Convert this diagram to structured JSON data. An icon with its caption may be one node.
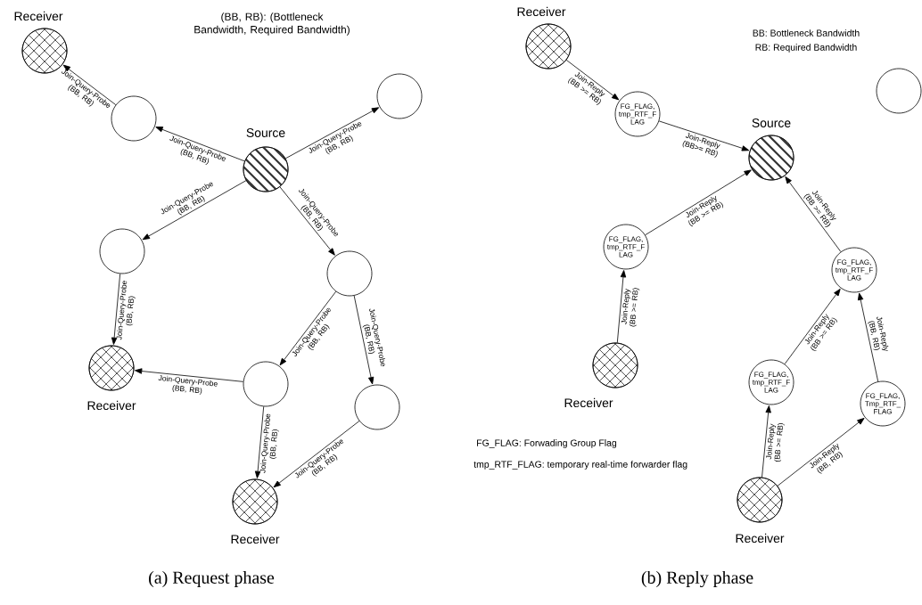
{
  "diagram": {
    "nodes": [
      {
        "text": [
          "Receiver"
        ]
      },
      {
        "text": [],
        "shape": "circle"
      },
      {
        "text": [
          "Source"
        ]
      },
      {
        "text": [],
        "shape": "circle"
      },
      {
        "text": [],
        "shape": "circle"
      },
      {
        "text": [],
        "shape": "circle"
      },
      {
        "text": [
          "Receiver"
        ]
      },
      {
        "text": [],
        "shape": "circle"
      },
      {
        "text": [],
        "shape": "circle"
      },
      {
        "text": [
          "Receiver"
        ]
      },
      {
        "text": [
          "Receiver"
        ]
      },
      {
        "text": [
          "FG_FLAG, tmp_RTF_F LAG"
        ]
      },
      {
        "text": [
          "Source"
        ]
      },
      {
        "text": [],
        "shape": "circle"
      },
      {
        "text": [
          "FG_FLAG, tmp_RTF_F LAG"
        ]
      },
      {
        "text": [
          "FG_FLAG, tmp_RTF_F LAG"
        ]
      },
      {
        "text": [
          "Receiver"
        ]
      },
      {
        "text": [
          "FG_FLAG, tmp_RTF_F LAG"
        ]
      },
      {
        "text": [
          "FG_FLAG, Tmp_RTF_ FLAG"
        ]
      },
      {
        "text": [
          "Receiver"
        ]
      }
    ],
    "edges": [
      {
        "from": 2,
        "to": 1,
        "arrow": "to",
        "label": "Join-Query-Probe (BB, RB)"
      },
      {
        "from": 1,
        "to": 0,
        "arrow": "to",
        "label": "Join-Query-Probe (BB, RB)"
      },
      {
        "from": 2,
        "to": 3,
        "arrow": "to",
        "label": "Join-Query-Probe (BB, RB)"
      },
      {
        "from": 2,
        "to": 4,
        "arrow": "to",
        "label": "Join-Query-Probe (BB, RB)"
      },
      {
        "from": 2,
        "to": 5,
        "arrow": "to",
        "label": "Join-Query-Probe (BB, RB)"
      },
      {
        "from": 4,
        "to": 6,
        "arrow": "to",
        "label": "Join-Query-Probe (BB, RB)"
      },
      {
        "from": 5,
        "to": 7,
        "arrow": "to",
        "label": "Join-Query-Probe (BB, RB)"
      },
      {
        "from": 5,
        "to": 8,
        "arrow": "to",
        "label": "Join-Query-Probe (BB, RB)"
      },
      {
        "from": 7,
        "to": 6,
        "arrow": "to",
        "label": "Join-Query-Probe (BB, RB)"
      },
      {
        "from": 7,
        "to": 9,
        "arrow": "to",
        "label": "Join-Query-Probe (BB, RB)"
      },
      {
        "from": 8,
        "to": 9,
        "arrow": "to",
        "label": "Join-Query-Probe (BB, RB)"
      },
      {
        "from": 10,
        "to": 11,
        "arrow": "to",
        "label": "Join-Reply (BB >= RB)"
      },
      {
        "from": 11,
        "to": 12,
        "arrow": "to",
        "label": "Join-Reply (BB>= RB)"
      },
      {
        "from": 14,
        "to": 12,
        "arrow": "to",
        "label": "Join-Reply (BB >= RB)"
      },
      {
        "from": 15,
        "to": 12,
        "arrow": "to",
        "label": "Join-Reply (BB >= RB)"
      },
      {
        "from": 16,
        "to": 14,
        "arrow": "to",
        "label": "Join-Reply (BB >= RB)"
      },
      {
        "from": 17,
        "to": 15,
        "arrow": "to",
        "label": "Join-Reply (BB >= RB)"
      },
      {
        "from": 18,
        "to": 15,
        "arrow": "to",
        "label": "Join-Reply (BB, RB)"
      },
      {
        "from": 19,
        "to": 17,
        "arrow": "to",
        "label": "Join-Reply (BB >= RB)"
      },
      {
        "from": 19,
        "to": 18,
        "arrow": "to",
        "label": "Join-Reply (BB, RB)"
      }
    ],
    "labels": [
      "(BB, RB): (Bottleneck Bandwidth, Required Bandwidth)",
      "BB: Bottleneck Bandwidth",
      "RB: Required Bandwidth",
      "FG_FLAG: Forwading Group Flag",
      "tmp_RTF_FLAG: temporary real-time forwarder flag",
      "(a) Request phase",
      "(b) Reply phase"
    ]
  }
}
